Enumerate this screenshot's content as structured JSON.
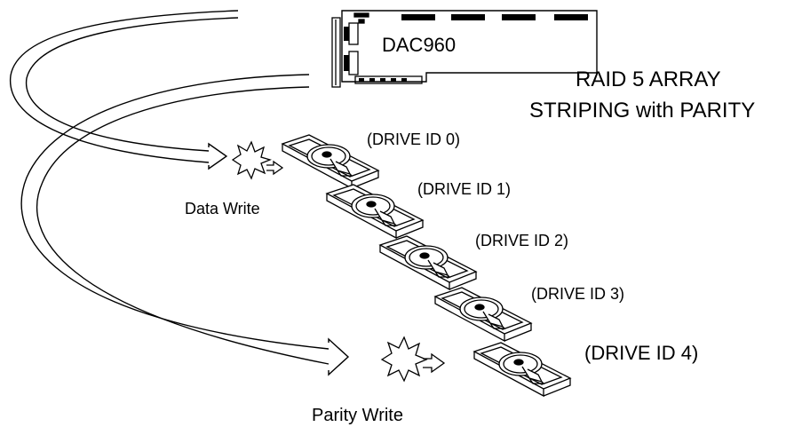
{
  "title": {
    "line1": "RAID 5 ARRAY",
    "line2": "STRIPING with PARITY"
  },
  "controller": {
    "label": "DAC960",
    "icon": "raid-controller-card-icon"
  },
  "flows": {
    "data_write": "Data Write",
    "parity_write": "Parity Write"
  },
  "drives": [
    {
      "label": "(DRIVE ID 0)",
      "icon": "hard-drive-icon"
    },
    {
      "label": "(DRIVE ID 1)",
      "icon": "hard-drive-icon"
    },
    {
      "label": "(DRIVE ID 2)",
      "icon": "hard-drive-icon"
    },
    {
      "label": "(DRIVE ID 3)",
      "icon": "hard-drive-icon"
    },
    {
      "label": "(DRIVE ID 4)",
      "icon": "hard-drive-icon"
    }
  ],
  "colors": {
    "line": "#000000",
    "background": "#ffffff"
  }
}
